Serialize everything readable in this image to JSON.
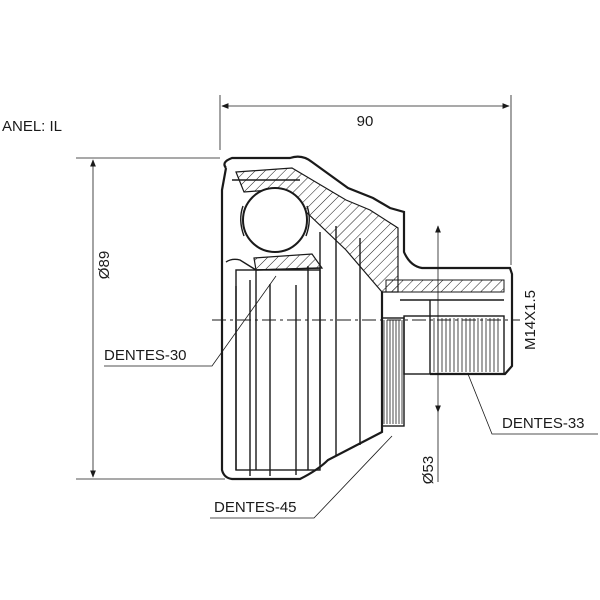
{
  "labels": {
    "anel": "ANEL: IL",
    "overall_length": "90",
    "outer_diameter": "Ø89",
    "thread": "M14X1.5",
    "shaft_diameter": "Ø53",
    "inner_teeth": "DENTES-30",
    "outer_teeth": "DENTES-33",
    "abs_ring_teeth": "DENTES-45"
  },
  "colors": {
    "line": "#1a1a1a",
    "background": "#ffffff"
  }
}
